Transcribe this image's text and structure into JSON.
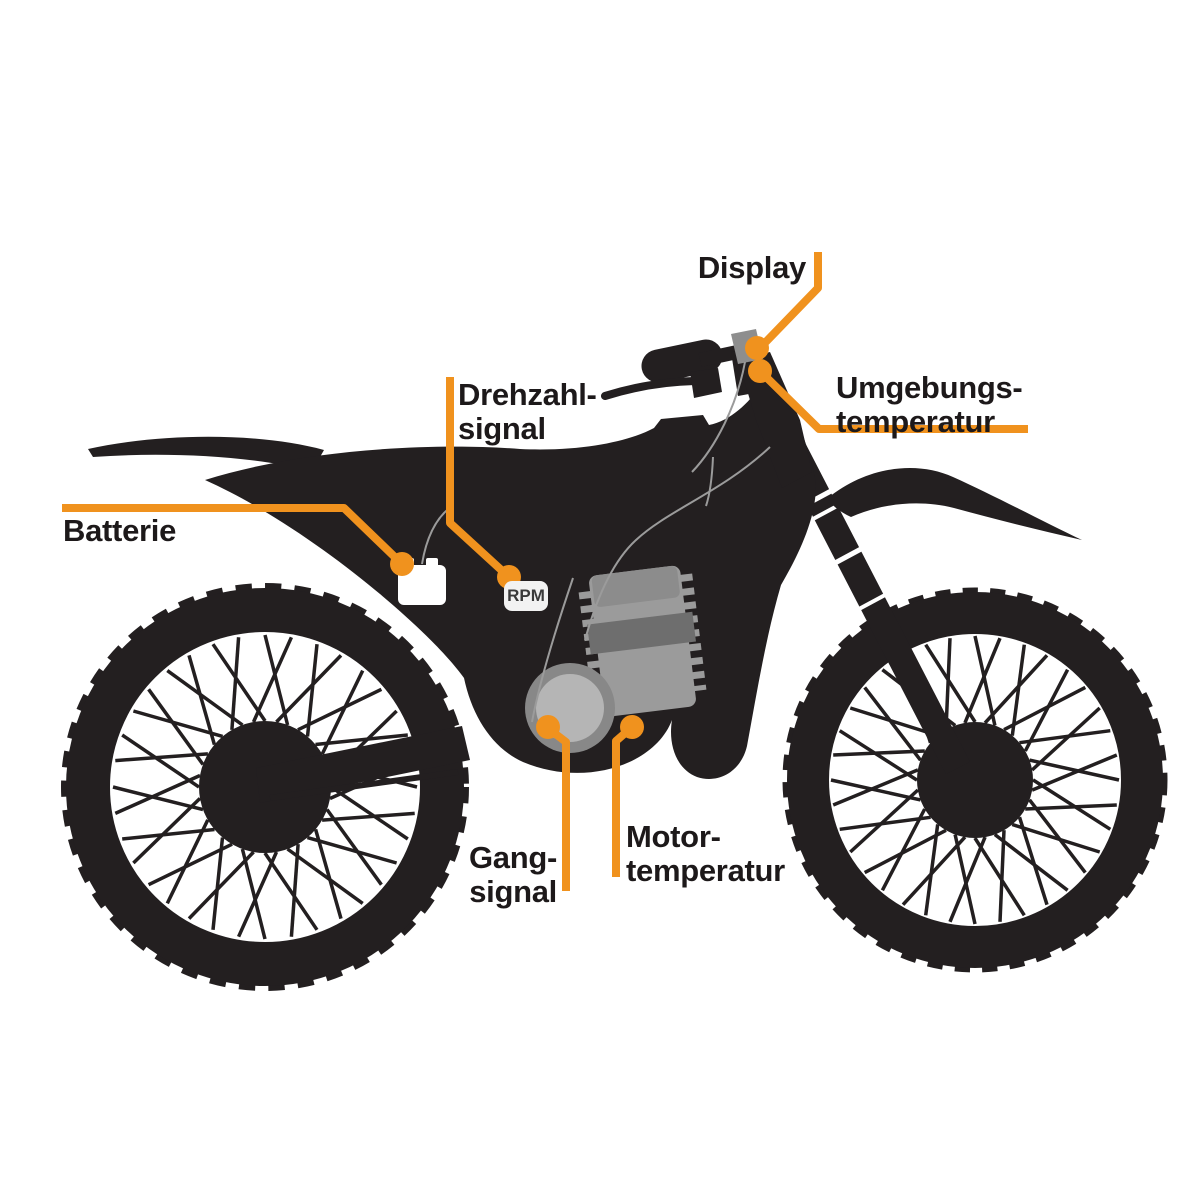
{
  "colors": {
    "accent": "#F0921E",
    "silhouette": "#231F20",
    "engine_gray": "#9B9B9B",
    "engine_band_gray": "#6E6E6E",
    "clutch_ring_gray": "#888888",
    "clutch_inner_gray": "#B5B5B5",
    "display_gray": "#8E8E8E",
    "background": "#FFFFFF"
  },
  "labels": {
    "display": "Display",
    "ambient_temp_line1": "Umgebungs-",
    "ambient_temp_line2": "temperatur",
    "rpm_signal_line1": "Drehzahl-",
    "rpm_signal_line2": "signal",
    "battery": "Batterie",
    "gear_signal_line1": "Gang-",
    "gear_signal_line2": "signal",
    "engine_temp_line1": "Motor-",
    "engine_temp_line2": "temperatur"
  },
  "chip": {
    "rpm": "RPM"
  }
}
